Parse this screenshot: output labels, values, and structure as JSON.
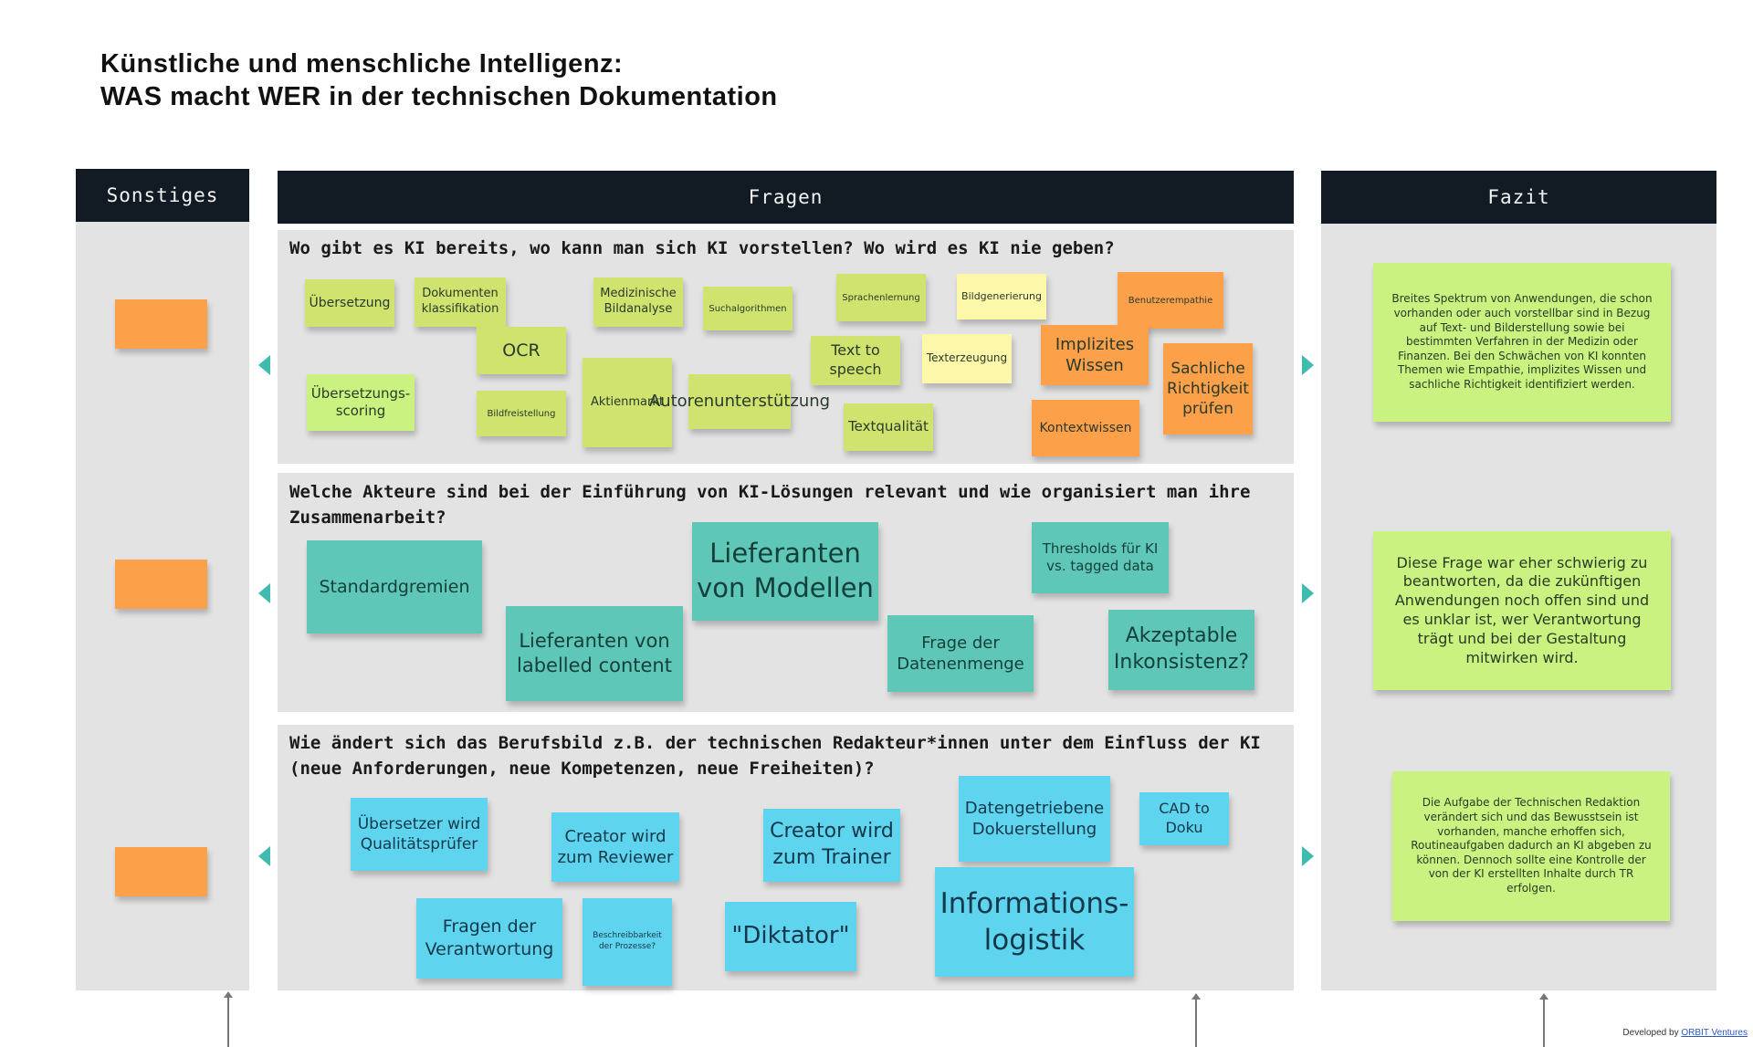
{
  "title": {
    "line1": "Künstliche und menschliche Intelligenz:",
    "line2": "WAS macht WER in der technischen Dokumentation"
  },
  "columns": {
    "left": "Sonstiges",
    "middle": "Fragen",
    "right": "Fazit"
  },
  "sections": [
    {
      "question": "Wo gibt es KI bereits, wo kann man sich KI vorstellen? Wo wird es KI nie geben?",
      "notes": [
        "Übersetzung",
        "Dokumenten klassifikation",
        "Medizinische Bildanalyse",
        "Suchalgorithmen",
        "Sprachenlernung",
        "Bildgenerierung",
        "Benutzerempathie",
        "OCR",
        "Text to speech",
        "Texterzeugung",
        "Implizites Wissen",
        "Sachliche Richtigkeit prüfen",
        "Übersetzungs-scoring",
        "Bildfreistellung",
        "Aktienmarkt",
        "Autorenunterstützung",
        "Textqualität",
        "Kontextwissen"
      ]
    },
    {
      "question": "Welche Akteure sind bei der Einführung von KI-Lösungen relevant und wie organisiert man ihre Zusammenarbeit?",
      "notes": [
        "Standardgremien",
        "Lieferanten von Modellen",
        "Thresholds für KI vs. tagged data",
        "Lieferanten von labelled content",
        "Frage der Datenenmenge",
        "Akzeptable Inkonsistenz?"
      ]
    },
    {
      "question": "Wie ändert sich das Berufsbild z.B. der technischen Redakteur*innen unter dem Einfluss der KI (neue Anforderungen, neue Kompetenzen, neue Freiheiten)?",
      "notes": [
        "Übersetzer wird Qualitätsprüfer",
        "Creator wird zum Reviewer",
        "Creator wird zum Trainer",
        "Datengetriebene Dokuerstellung",
        "CAD to Doku",
        "Fragen der Verantwortung",
        "Beschreibbarkeit der Prozesse?",
        "\"Diktator\"",
        "Informations-logistik"
      ]
    }
  ],
  "fazit": [
    "Breites Spektrum von Anwendungen, die schon vorhanden oder auch vorstellbar sind in Bezug auf Text- und Bilderstellung sowie bei bestimmten Verfahren in der Medizin oder Finanzen. Bei den Schwächen von KI konnten Themen wie Empathie, implizites Wissen und sachliche Richtigkeit identifiziert werden.",
    "Diese Frage war eher schwierig zu beantworten, da die zukünftigen Anwendungen noch offen sind und es unklar ist, wer Verantwortung trägt und bei der Gestaltung mitwirken wird.",
    "Die Aufgabe der Technischen Redaktion verändert sich und das Bewusstsein ist vorhanden, manche erhoffen sich, Routineaufgaben dadurch an KI abgeben zu können. Dennoch sollte eine Kontrolle der von der KI erstellten Inhalte durch TR erfolgen."
  ],
  "footer": {
    "prefix": "Developed by",
    "link": "ORBIT Ventures"
  },
  "colors": {
    "header_bg": "#121a23",
    "panel_bg": "#e3e3e3",
    "green_note": "#cfe36e",
    "yellow_note": "#fcf7a9",
    "orange_note": "#fda04a",
    "teal_note": "#5fc7b8",
    "cyan_note": "#5fd4ef",
    "fazit_note": "#c9f281",
    "arrow": "#3fbcae"
  }
}
